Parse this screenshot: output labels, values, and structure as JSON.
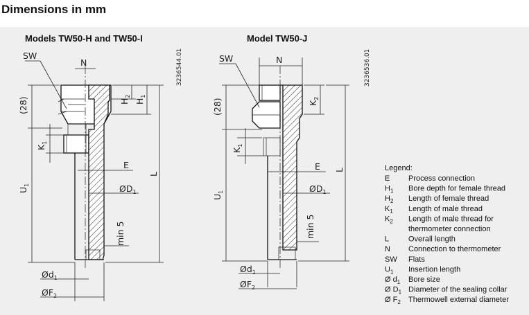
{
  "title": "Dimensions in mm",
  "left_drawing": {
    "heading": "Models TW50-H and TW50-I",
    "drawing_number": "3236544.01",
    "labels": {
      "sw": "SW",
      "n": "N",
      "paren28": "(28)",
      "h2": "H",
      "h2_sub": "2",
      "h1": "H",
      "h1_sub": "1",
      "k1": "K",
      "k1_sub": "1",
      "e": "E",
      "d1big": "ØD",
      "d1big_sub": "1",
      "l": "L",
      "u1": "U",
      "u1_sub": "1",
      "min5": "min 5",
      "d1small": "Ød",
      "d1small_sub": "1",
      "f2": "ØF",
      "f2_sub": "2"
    }
  },
  "right_drawing": {
    "heading": "Model TW50-J",
    "drawing_number": "3236536.01",
    "labels": {
      "sw": "SW",
      "n": "N",
      "paren28": "(28)",
      "k2": "K",
      "k2_sub": "2",
      "k1": "K",
      "k1_sub": "1",
      "e": "E",
      "d1big": "ØD",
      "d1big_sub": "1",
      "l": "L",
      "u1": "U",
      "u1_sub": "1",
      "min5": "min 5",
      "d1small": "Ød",
      "d1small_sub": "1",
      "f2": "ØF",
      "f2_sub": "2"
    }
  },
  "legend": {
    "title": "Legend:",
    "items": [
      {
        "sym": "E",
        "sub": "",
        "desc": "Process connection"
      },
      {
        "sym": "H",
        "sub": "1",
        "desc": "Bore depth for female thread"
      },
      {
        "sym": "H",
        "sub": "2",
        "desc": "Length of female thread"
      },
      {
        "sym": "K",
        "sub": "1",
        "desc": "Length of male thread"
      },
      {
        "sym": "K",
        "sub": "2",
        "desc": "Length of male thread for"
      },
      {
        "sym": "",
        "sub": "",
        "desc": "thermometer connection"
      },
      {
        "sym": "L",
        "sub": "",
        "desc": "Overall length"
      },
      {
        "sym": "N",
        "sub": "",
        "desc": "Connection to thermometer"
      },
      {
        "sym": "SW",
        "sub": "",
        "desc": "Flats"
      },
      {
        "sym": "U",
        "sub": "1",
        "desc": "Insertion length"
      },
      {
        "sym": "Ø d",
        "sub": "1",
        "desc": "Bore size"
      },
      {
        "sym": "Ø D",
        "sub": "1",
        "desc": "Diameter of the sealing collar"
      },
      {
        "sym": "Ø F",
        "sub": "2",
        "desc": "Thermowell external diameter"
      }
    ]
  },
  "colors": {
    "panel": "#efefef",
    "line": "#111111"
  }
}
